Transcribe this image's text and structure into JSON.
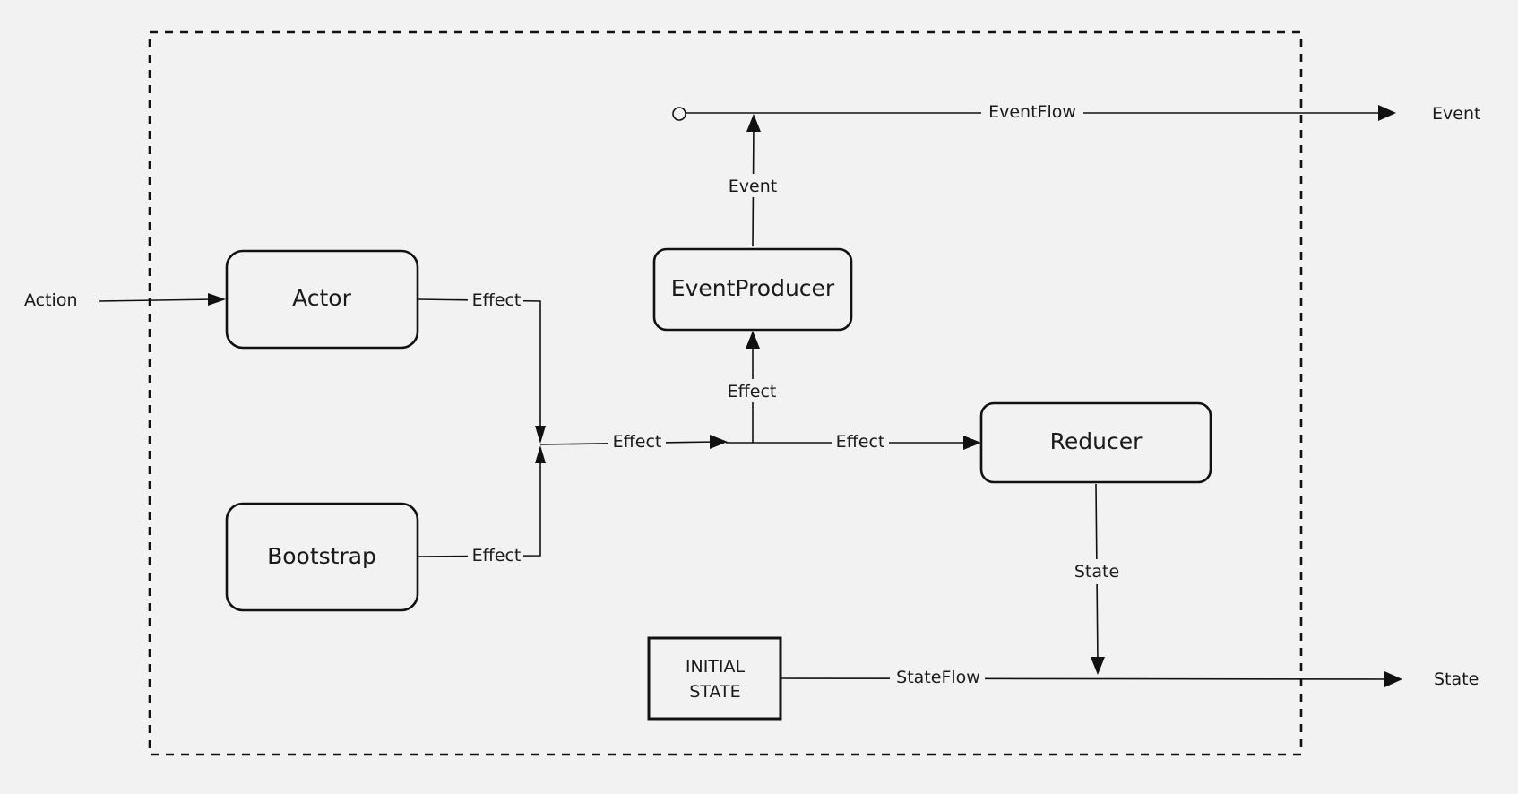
{
  "nodes": {
    "actor": "Actor",
    "bootstrap": "Bootstrap",
    "event_producer": "EventProducer",
    "reducer": "Reducer",
    "initial_state_line1": "INITIAL",
    "initial_state_line2": "STATE"
  },
  "external": {
    "action": "Action",
    "event": "Event",
    "state": "State"
  },
  "edges": {
    "actor_effect": "Effect",
    "bootstrap_effect": "Effect",
    "merged_effect": "Effect",
    "producer_effect": "Effect",
    "reducer_effect": "Effect",
    "event": "Event",
    "event_flow": "EventFlow",
    "state": "State",
    "state_flow": "StateFlow"
  }
}
